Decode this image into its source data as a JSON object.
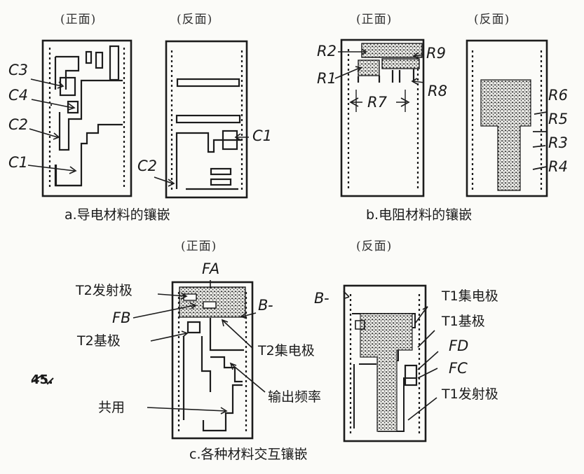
{
  "panel_a": {
    "front_title": "(正面)",
    "back_title": "(反面)",
    "labels": {
      "c3": "C3",
      "c4": "C4",
      "c2_left": "C2",
      "c1_left": "C1",
      "c1_right": "C1",
      "c2_back": "C2"
    },
    "caption": "a.导电材料的镶嵌"
  },
  "panel_b": {
    "front_title": "(正面)",
    "back_title": "(反面)",
    "labels": {
      "r2": "R2",
      "r9": "R9",
      "r1": "R1",
      "r8": "R8",
      "r7": "R7",
      "r6": "R6",
      "r5": "R5",
      "r3": "R3",
      "r4": "R4"
    },
    "caption": "b.电阻材料的镶嵌"
  },
  "panel_c": {
    "front_title": "(正面)",
    "back_title": "(反面)",
    "labels": {
      "fa": "FA",
      "t2_emitter": "T2发射极",
      "fb": "FB",
      "b_minus_front": "B-",
      "t2_base": "T2基极",
      "t2_collector": "T2集电极",
      "output_freq": "输出频率",
      "common": "共用",
      "b_minus_back": "B-",
      "t1_collector": "T1集电极",
      "t1_base": "T1基极",
      "fd": "FD",
      "fc": "FC",
      "t1_emitter": "T1发射极"
    },
    "side_mark": "45.",
    "caption": "c.各种材料交互镶嵌"
  }
}
